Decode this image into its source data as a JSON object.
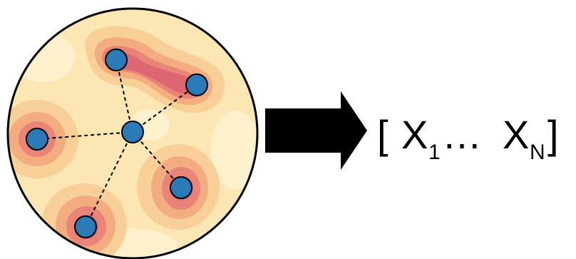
{
  "diagram": {
    "vector": {
      "open_bracket": "[",
      "first_symbol": "X",
      "first_subscript": "1",
      "ellipsis": "…",
      "last_symbol": "X",
      "last_subscript": "N",
      "close_bracket": "]"
    },
    "colors": {
      "field_base": "#fbe6b4",
      "field_light": "#fdf0cc",
      "level_1": "#f8cf97",
      "level_2": "#f3ac7f",
      "level_3": "#e98478",
      "level_4": "#dc6671",
      "node_fill": "#2b7bb9",
      "outline": "#000000",
      "arrow": "#000000"
    }
  }
}
